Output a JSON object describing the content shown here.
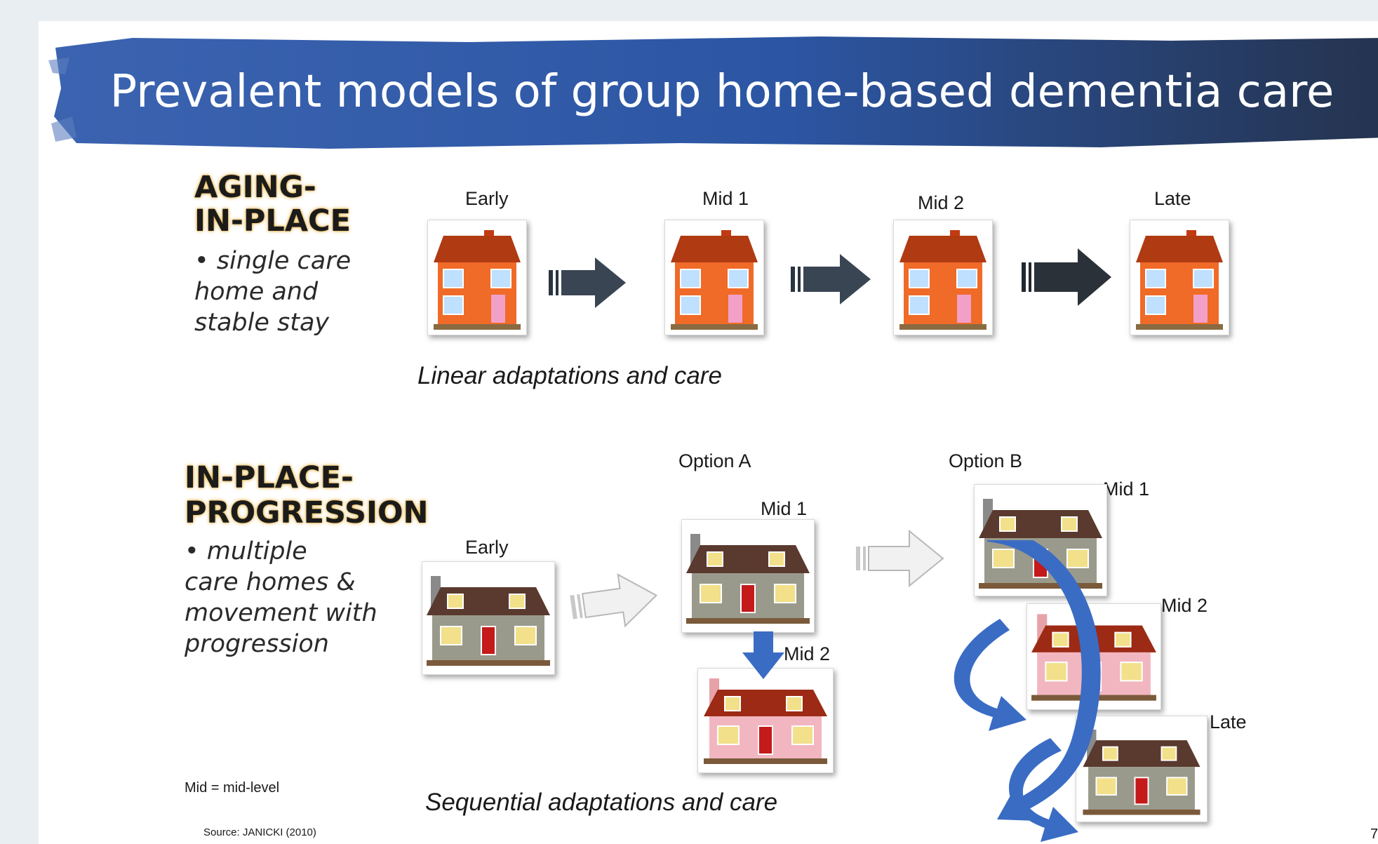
{
  "title": "Prevalent models of group home-based dementia care",
  "colors": {
    "banner": "#2e5aa8",
    "arrow_blue": "#3a6cc4",
    "arrow_dark": "#2b3440"
  },
  "aging": {
    "heading_line1": "AGING-",
    "heading_line2": "IN-PLACE",
    "desc_line1": "• single care",
    "desc_line2": "home and",
    "desc_line3": "stable stay",
    "stages": [
      "Early",
      "Mid 1",
      "Mid 2",
      "Late"
    ],
    "caption": "Linear adaptations and care"
  },
  "progression": {
    "heading_line1": "IN-PLACE-",
    "heading_line2": "PROGRESSION",
    "desc_line1": "• multiple",
    "desc_line2": "care homes &",
    "desc_line3": "movement  with",
    "desc_line4": "progression",
    "early": "Early",
    "option_a": "Option A",
    "option_b": "Option B",
    "a_mid1": "Mid 1",
    "a_mid2": "Mid 2",
    "b_mid1": "Mid 1",
    "b_mid2": "Mid 2",
    "b_late": "Late",
    "caption": "Sequential adaptations and care"
  },
  "footnote": "Mid = mid-level",
  "source": "Source: JANICKI (2010)",
  "page_number": "7"
}
